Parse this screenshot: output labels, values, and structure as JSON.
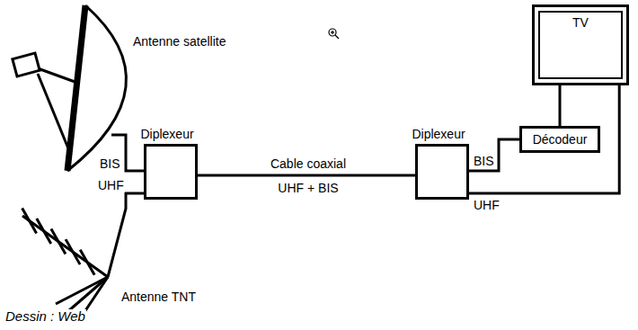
{
  "diagram": {
    "nodes": [
      {
        "text": [
          "Diplexeur"
        ]
      },
      {
        "text": [
          "Diplexeur"
        ]
      },
      {
        "text": [
          "TV"
        ]
      },
      {
        "text": [
          "Décodeur"
        ]
      }
    ],
    "edges": [
      {
        "from": 0,
        "to": 1,
        "label": "Cable coaxial",
        "arrow": "none"
      },
      {
        "from": 1,
        "to": 3,
        "label": "BIS",
        "arrow": "none"
      },
      {
        "from": 1,
        "to": 2,
        "label": "UHF",
        "arrow": "none"
      },
      {
        "from": 3,
        "to": 2,
        "arrow": "none"
      }
    ],
    "labels": [
      "Antenne satellite",
      "BIS",
      "UHF",
      "Antenne TNT",
      "UHF + BIS",
      "Dessin : Web"
    ]
  }
}
